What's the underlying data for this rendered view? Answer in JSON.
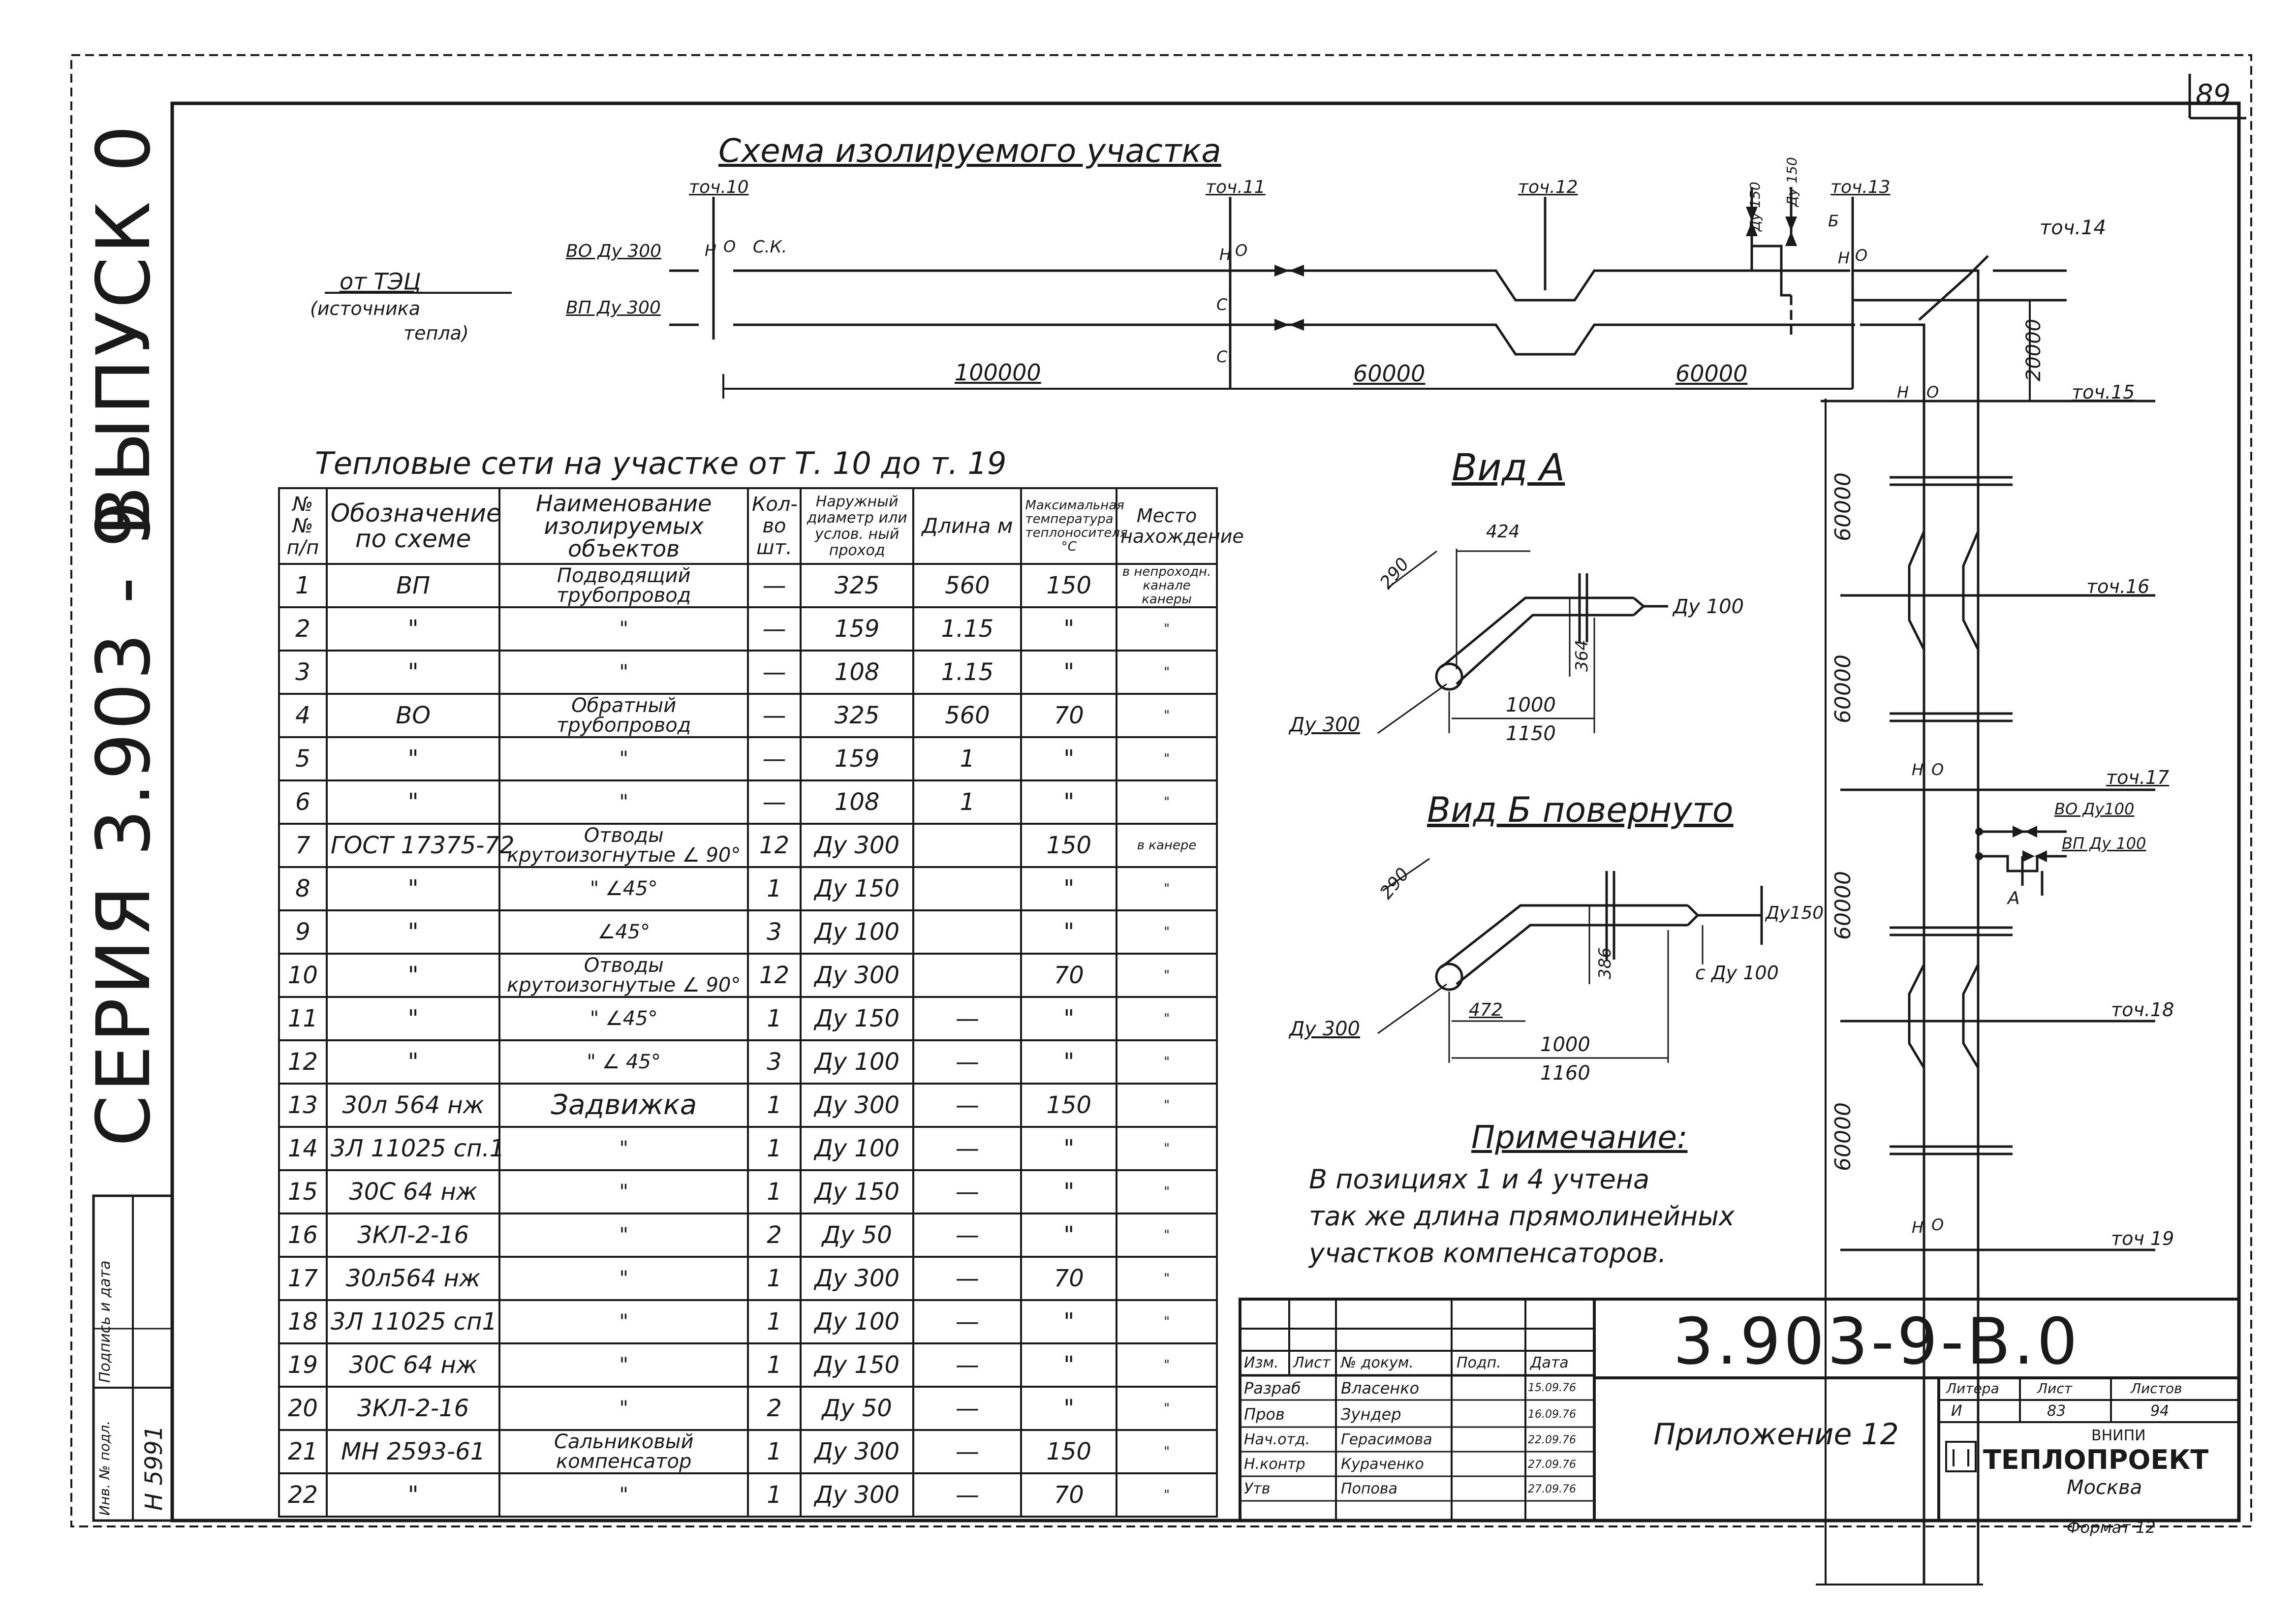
{
  "page_number": "89",
  "series": {
    "code": "СЕРИЯ   3.903 - 9",
    "issue": "ВЫПУСК   0"
  },
  "side_stamp": {
    "inv_label": "Инв. № подл.",
    "sign_label": "Подпись и дата",
    "inv_value": "Н 5991"
  },
  "scheme": {
    "title": "Схема изолируемого участка",
    "source": {
      "line1": "от ТЭЦ",
      "line2": "(источника",
      "line3": "тепла)"
    },
    "pipes": {
      "return": "ВО Ду 300",
      "supply": "ВП Ду 300"
    },
    "marks": {
      "n": "Н",
      "o": "О",
      "s": "С",
      "sk": "С.К.",
      "b": "Б"
    },
    "points": [
      "точ.10",
      "точ.11",
      "точ.12",
      "точ.13",
      "точ.14",
      "точ.15",
      "точ.16",
      "точ.17",
      "точ.18",
      "точ 19"
    ],
    "dims": [
      "100000",
      "60000",
      "60000",
      "20000",
      "60000",
      "60000",
      "60000",
      "60000"
    ],
    "branch_small": [
      "Ду 150",
      "Ду 150"
    ],
    "branch_17": {
      "bo": "ВО Ду100",
      "bp": "ВП Ду 100",
      "a": "А"
    }
  },
  "view_a": {
    "title": "Вид А",
    "dims": [
      "424",
      "290",
      "364",
      "1000",
      "1150"
    ],
    "du300": "Ду 300",
    "du100": "Ду 100"
  },
  "view_b": {
    "title": "Вид Б повернуто",
    "dims": [
      "290",
      "386",
      "472",
      "1000",
      "1160"
    ],
    "du300": "Ду 300",
    "du150": "Ду150",
    "du100": "с Ду 100"
  },
  "note": {
    "title": "Примечание:",
    "lines": [
      "В позициях  1 и 4  учтена",
      "так же длина прямолинейных",
      "участков компенсаторов."
    ]
  },
  "table": {
    "title": "Тепловые сети на участке  от Т. 10  до т. 19",
    "headers": [
      "№№ п/п",
      "Обозначение по схеме",
      "Наименование изолируемых объектов",
      "Кол-во шт.",
      "Наружный диаметр или услов. ный проход",
      "Длина м",
      "Максимальная температура теплоносителя °С",
      "Место нахождение"
    ],
    "rows": [
      [
        "1",
        "ВП",
        "Подводящий трубопровод",
        "—",
        "325",
        "560",
        "150",
        "в непроходн. канале канеры"
      ],
      [
        "2",
        "\"",
        "\"",
        "—",
        "159",
        "1.15",
        "\"",
        "\""
      ],
      [
        "3",
        "\"",
        "\"",
        "—",
        "108",
        "1.15",
        "\"",
        "\""
      ],
      [
        "4",
        "ВО",
        "Обратный трубопровод",
        "—",
        "325",
        "560",
        "70",
        "\""
      ],
      [
        "5",
        "\"",
        "\"",
        "—",
        "159",
        "1",
        "\"",
        "\""
      ],
      [
        "6",
        "\"",
        "\"",
        "—",
        "108",
        "1",
        "\"",
        "\""
      ],
      [
        "7",
        "ГОСТ 17375-72",
        "Отводы крутоизогнутые ∠ 90°",
        "12",
        "Ду 300",
        "",
        "150",
        "в канере"
      ],
      [
        "8",
        "\"",
        "\" ∠45°",
        "1",
        "Ду 150",
        "",
        "\"",
        "\""
      ],
      [
        "9",
        "\"",
        "∠45°",
        "3",
        "Ду 100",
        "",
        "\"",
        "\""
      ],
      [
        "10",
        "\"",
        "Отводы крутоизогнутые ∠ 90°",
        "12",
        "Ду 300",
        "",
        "70",
        "\""
      ],
      [
        "11",
        "\"",
        "\" ∠45°",
        "1",
        "Ду 150",
        "—",
        "\"",
        "\""
      ],
      [
        "12",
        "\"",
        "\" ∠ 45°",
        "3",
        "Ду 100",
        "—",
        "\"",
        "\""
      ],
      [
        "13",
        "30л 564 нж",
        "Задвижка",
        "1",
        "Ду 300",
        "—",
        "150",
        "\""
      ],
      [
        "14",
        "3Л 11025 сп.1",
        "\"",
        "1",
        "Ду 100",
        "—",
        "\"",
        "\""
      ],
      [
        "15",
        "30С 64 нж",
        "\"",
        "1",
        "Ду 150",
        "—",
        "\"",
        "\""
      ],
      [
        "16",
        "3КЛ-2-16",
        "\"",
        "2",
        "Ду 50",
        "—",
        "\"",
        "\""
      ],
      [
        "17",
        "30л564 нж",
        "\"",
        "1",
        "Ду 300",
        "—",
        "70",
        "\""
      ],
      [
        "18",
        "3Л 11025 сп1",
        "\"",
        "1",
        "Ду 100",
        "—",
        "\"",
        "\""
      ],
      [
        "19",
        "30С 64 нж",
        "\"",
        "1",
        "Ду 150",
        "—",
        "\"",
        "\""
      ],
      [
        "20",
        "3КЛ-2-16",
        "\"",
        "2",
        "Ду 50",
        "—",
        "\"",
        "\""
      ],
      [
        "21",
        "МН 2593-61",
        "Сальниковый компенсатор",
        "1",
        "Ду 300",
        "—",
        "150",
        "\""
      ],
      [
        "22",
        "\"",
        "\"",
        "1",
        "Ду 300",
        "—",
        "70",
        "\""
      ]
    ]
  },
  "title_block": {
    "doc_code": "3.903-9-В.0",
    "sheet_title": "Приложение 12",
    "col_heads": [
      "Изм.",
      "Лист",
      "№ докум.",
      "Подп.",
      "Дата"
    ],
    "people": [
      [
        "Разраб",
        "Власенко",
        "",
        "15.09.76"
      ],
      [
        "Пров",
        "Зундер",
        "",
        "16.09.76"
      ],
      [
        "Нач.отд.",
        "Герасимова",
        "",
        "22.09.76"
      ],
      [
        "Н.контр",
        "Кураченко",
        "",
        "27.09.76"
      ],
      [
        "Утв",
        "Попова",
        "",
        "27.09.76"
      ]
    ],
    "litera_label": "Литера",
    "sheet_label": "Лист",
    "sheets_label": "Листов",
    "litera": "И",
    "sheet": "83",
    "sheets": "94",
    "org_top": "ВНИПИ",
    "org": "ТЕПЛОПРОЕКТ",
    "city": "Москва",
    "format": "Формат 12"
  }
}
